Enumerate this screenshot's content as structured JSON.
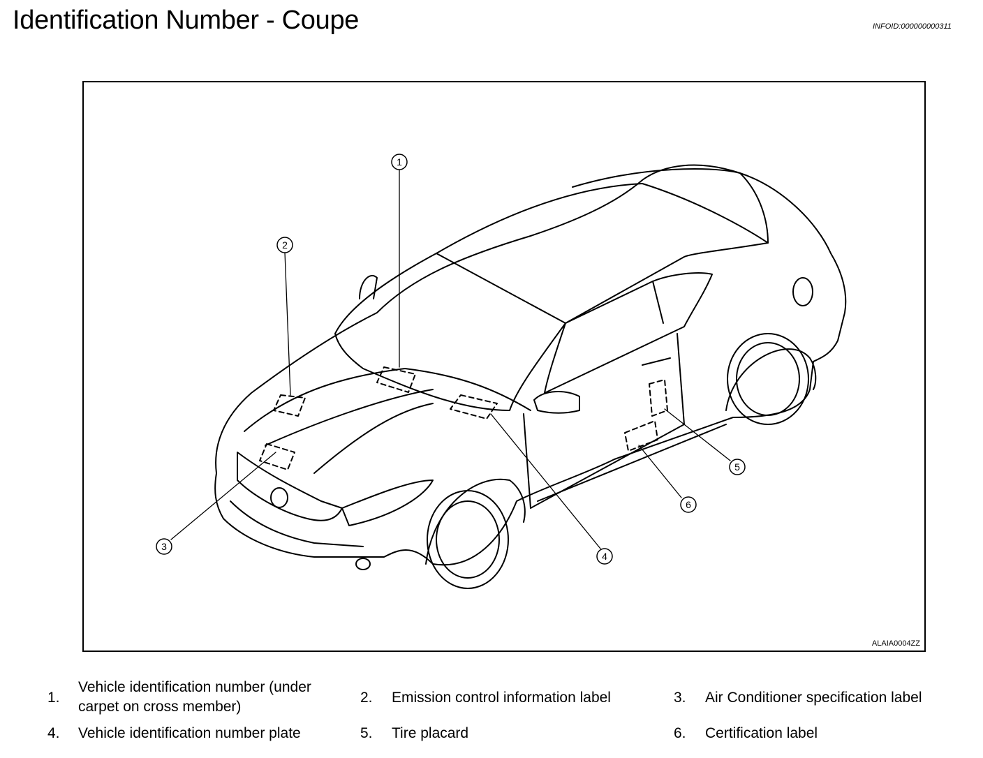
{
  "page": {
    "title": "Identification Number - Coupe",
    "info_id": "INFOID:000000000311"
  },
  "figure": {
    "code": "ALAIA0004ZZ",
    "callouts": [
      "1",
      "2",
      "3",
      "4",
      "5",
      "6"
    ]
  },
  "legend": [
    {
      "num": "1.",
      "text": "Vehicle identification number (under carpet on cross member)"
    },
    {
      "num": "2.",
      "text": "Emission control information label"
    },
    {
      "num": "3.",
      "text": "Air Conditioner specification label"
    },
    {
      "num": "4.",
      "text": "Vehicle identification number plate"
    },
    {
      "num": "5.",
      "text": "Tire placard"
    },
    {
      "num": "6.",
      "text": "Certification label"
    }
  ]
}
